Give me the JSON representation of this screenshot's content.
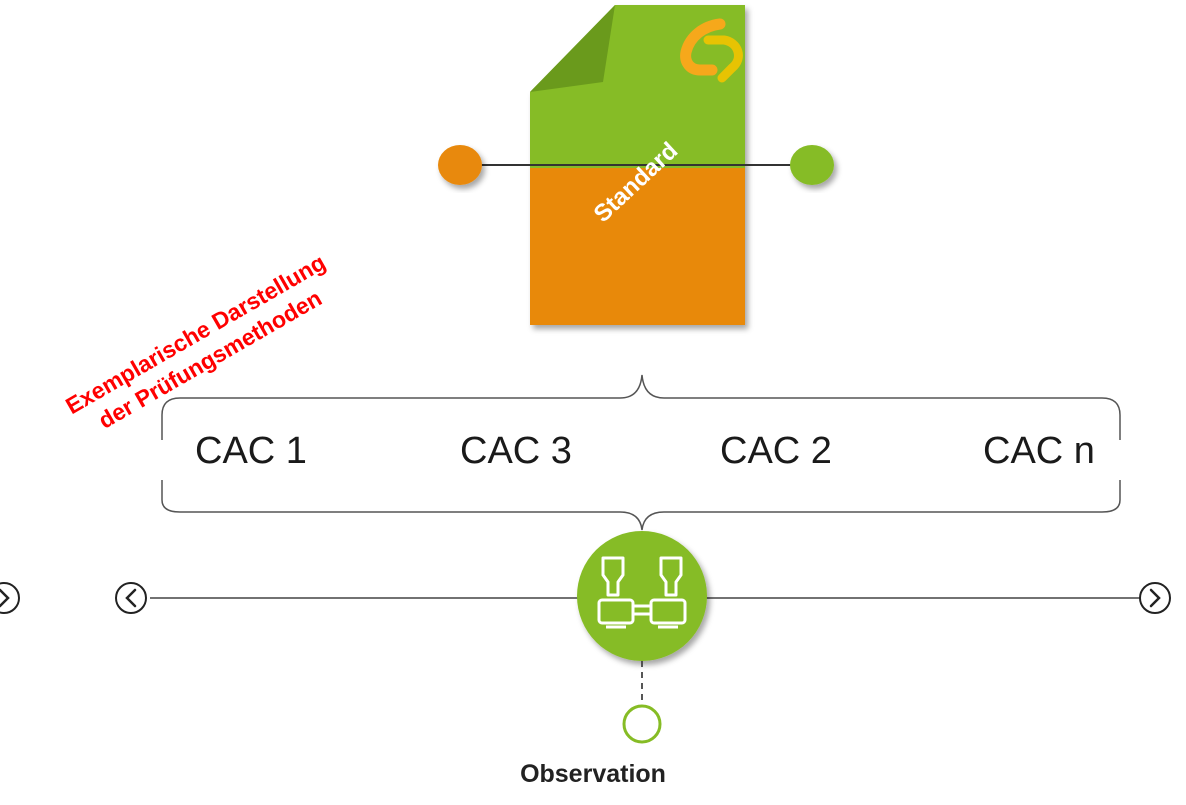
{
  "document": {
    "label": "Standard"
  },
  "stamp": {
    "line1": "Exemplarische Darstellung",
    "line2": "der Prüfungsmethoden"
  },
  "criteria": [
    "CAC 1",
    "CAC 3",
    "CAC 2",
    "CAC n"
  ],
  "method": {
    "label": "Observation",
    "icon": "binoculars-icon"
  },
  "colors": {
    "green": "#86bc25",
    "dark_green": "#6a9a1c",
    "orange": "#e8890a",
    "red": "#ff0000"
  }
}
